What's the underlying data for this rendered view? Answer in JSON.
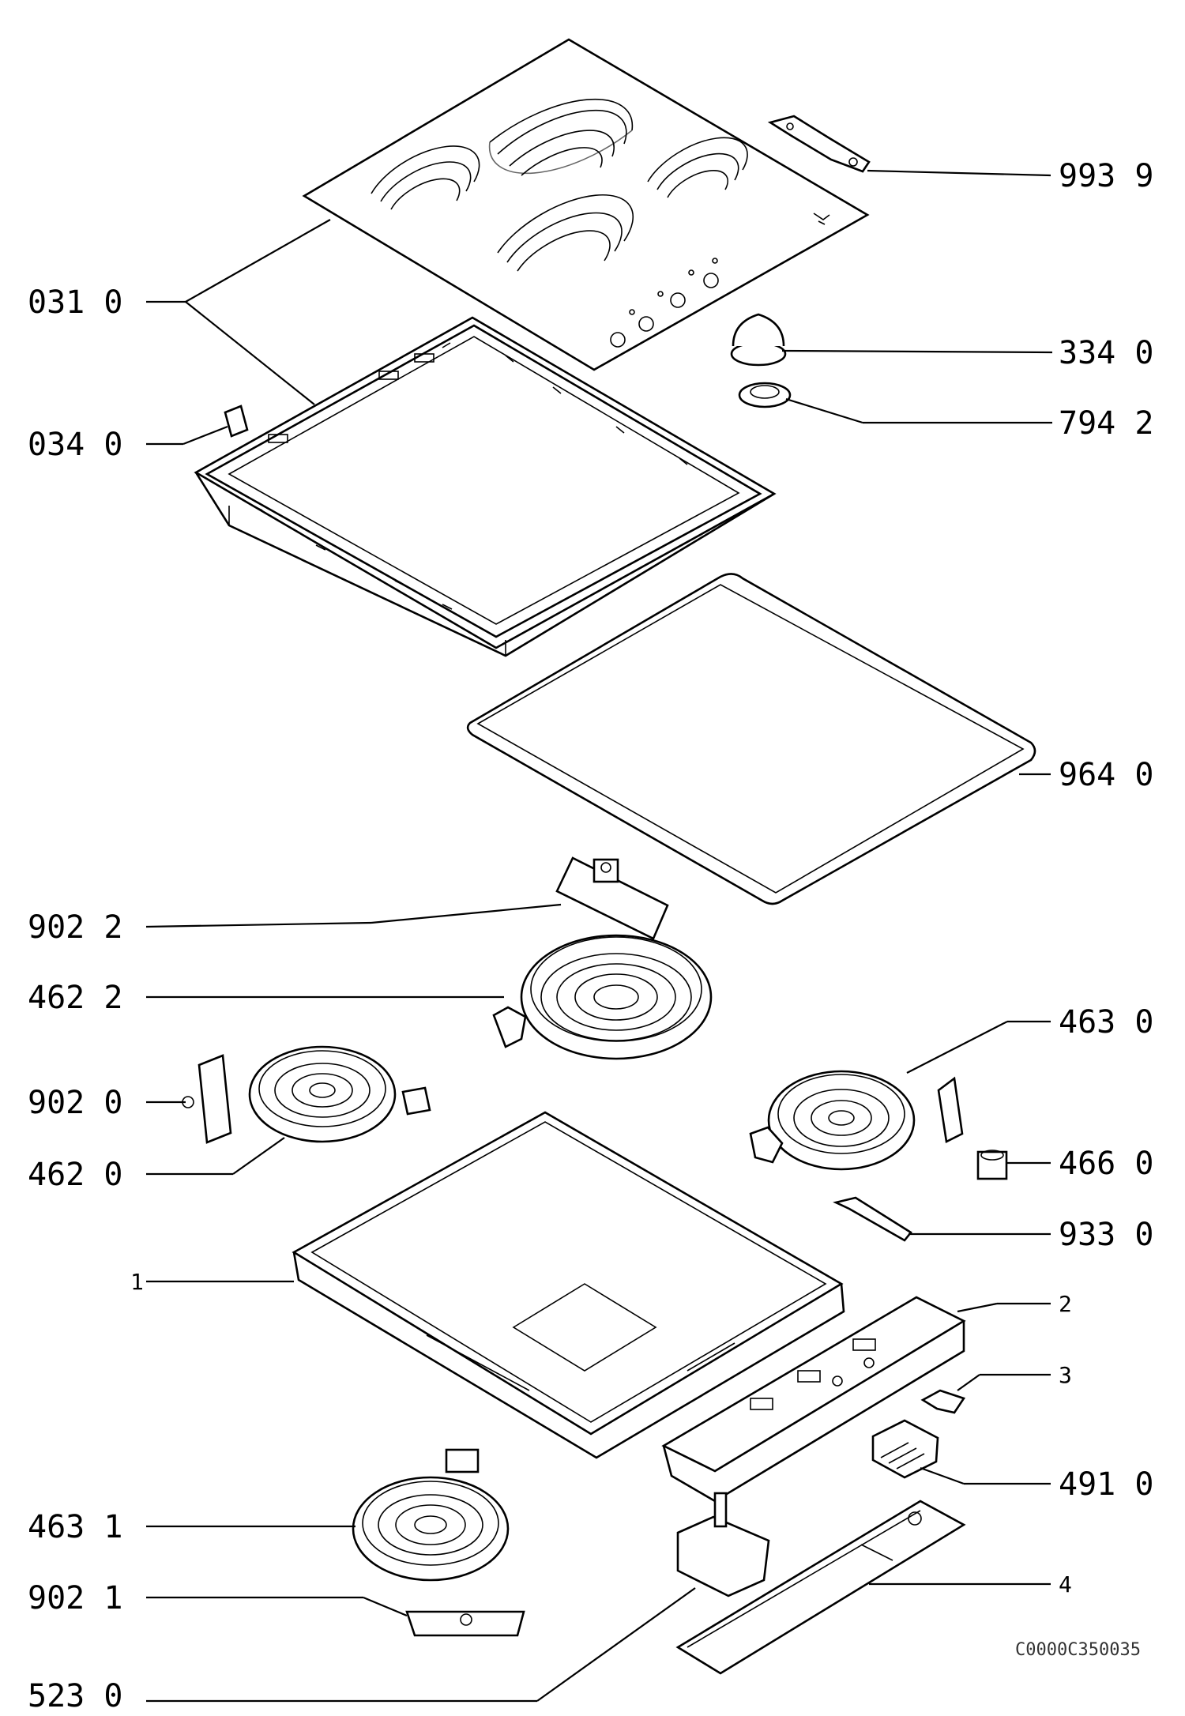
{
  "labels": {
    "p9939": "993  9",
    "p0310": "031  0",
    "p3340": "334  0",
    "p0340": "034  0",
    "p7942": "794  2",
    "p9640": "964  0",
    "p9022": "902  2",
    "p4622": "462  2",
    "p4630": "463  0",
    "p9020": "902  0",
    "p4620": "462  0",
    "p4660": "466  0",
    "p9330": "933  0",
    "p1": "1",
    "p2": "2",
    "p3": "3",
    "p4910": "491  0",
    "p4631": "463  1",
    "p4": "4",
    "p9021": "902  1",
    "p5230": "523  0"
  },
  "drawing_code": "C0000C350035"
}
